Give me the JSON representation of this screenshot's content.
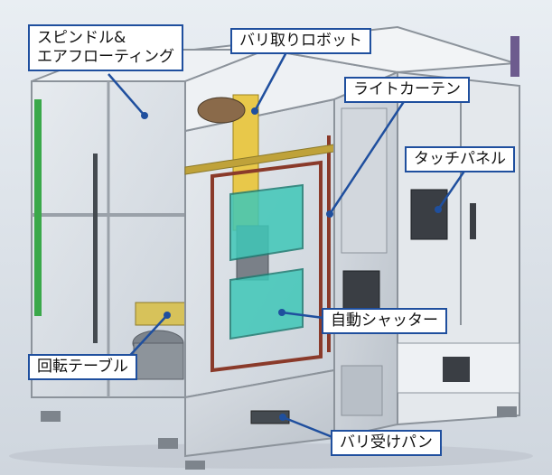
{
  "labels": {
    "spindle_line1": "スピンドル&",
    "spindle_line2": "エアフローティング",
    "deburr_robot": "バリ取りロボット",
    "light_curtain": "ライトカーテン",
    "touch_panel": "タッチパネル",
    "auto_shutter": "自動シャッター",
    "rotary_table": "回転テーブル",
    "burr_pan": "バリ受けパン"
  },
  "colors": {
    "callout_border": "#1f4f9e",
    "leader_line": "#1f4f9e",
    "frame": "#c8ccd2",
    "robot": "#e8c84a",
    "window": "#3fc7b8",
    "light_curtain_strip": "#8a3a2a"
  }
}
